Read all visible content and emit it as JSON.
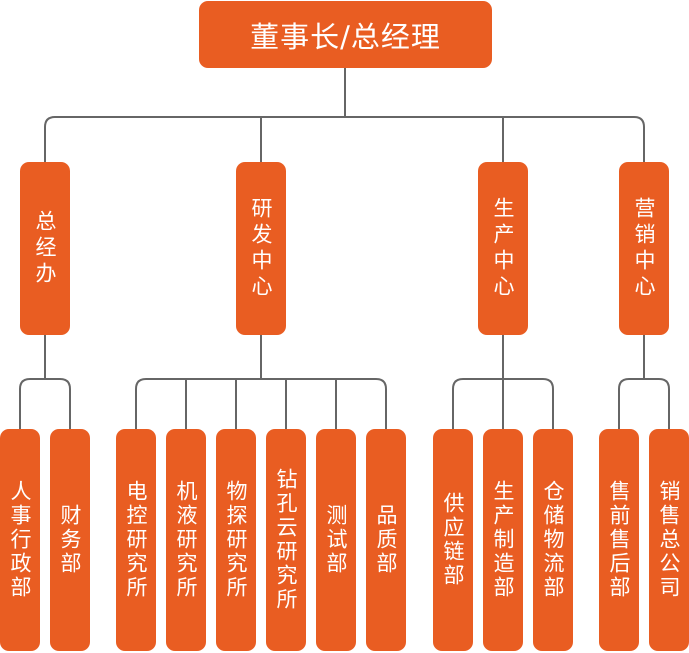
{
  "colors": {
    "box": "#e95d22",
    "text": "#ffffff",
    "line": "#666666"
  },
  "root": {
    "label": "董事长/总经理"
  },
  "departments": [
    {
      "label": "总经办",
      "children": [
        "人事行政部",
        "财务部"
      ]
    },
    {
      "label": "研发中心",
      "children": [
        "电控研究所",
        "机液研究所",
        "物探研究所",
        "钻孔云研究所",
        "测试部",
        "品质部"
      ]
    },
    {
      "label": "生产中心",
      "children": [
        "供应链部",
        "生产制造部",
        "仓储物流部"
      ]
    },
    {
      "label": "营销中心",
      "children": [
        "售前售后部",
        "销售总公司"
      ]
    }
  ]
}
